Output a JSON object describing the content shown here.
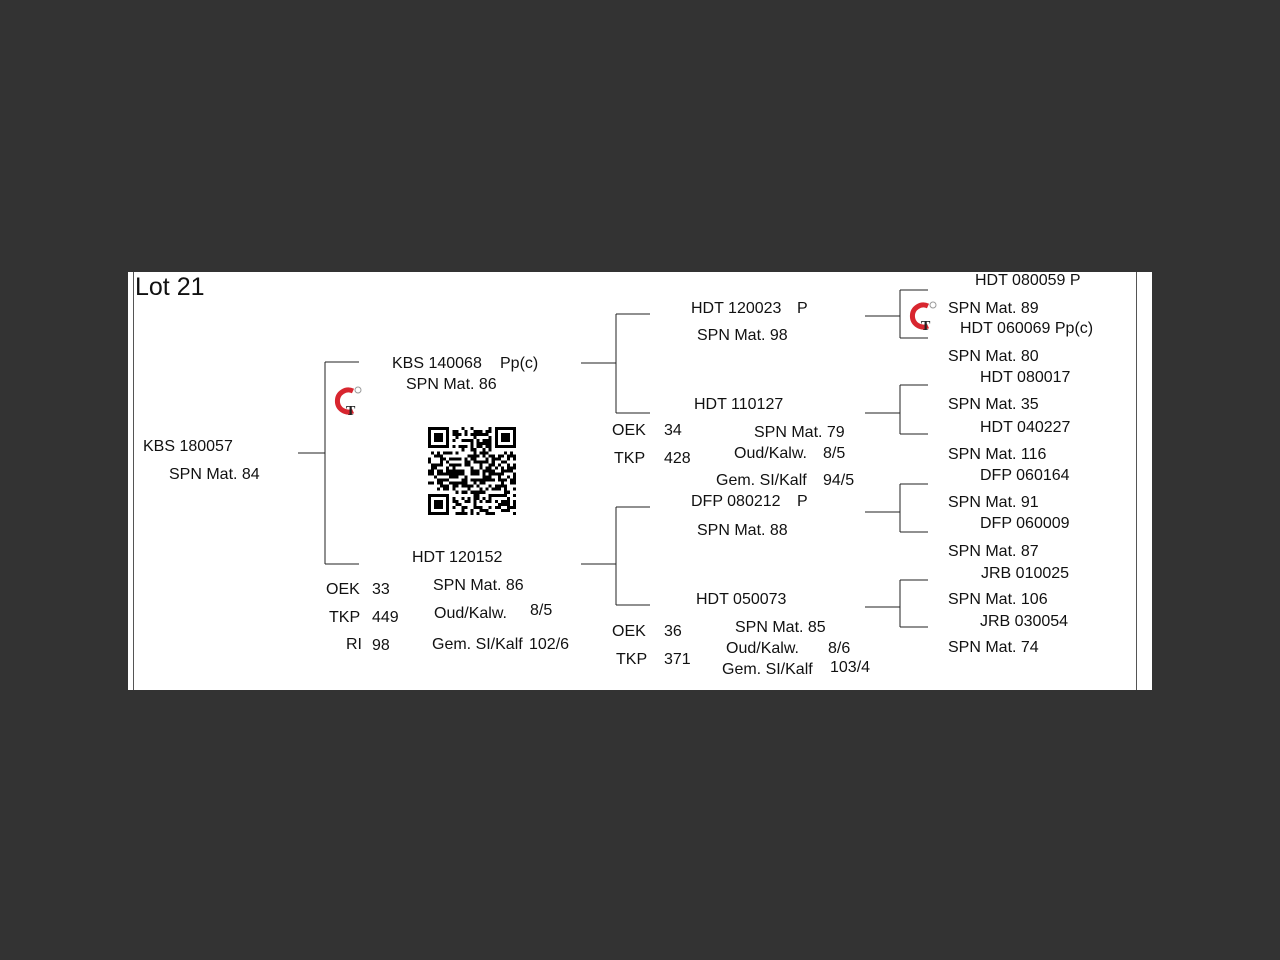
{
  "lot": "Lot 21",
  "animal": {
    "id": "KBS 180057",
    "spn": "SPN Mat. 84"
  },
  "sire": {
    "id": "KBS 140068",
    "status": "Pp(c)",
    "spn": "SPN Mat. 86"
  },
  "dam": {
    "id": "HDT 120152",
    "spn": "SPN Mat. 86",
    "oek_label": "OEK",
    "oek": "33",
    "tkp_label": "TKP",
    "tkp": "449",
    "ri_label": "RI",
    "ri": "98",
    "oud_label": "Oud/Kalw.",
    "oud": "8/5",
    "gem_label": "Gem. SI/Kalf",
    "gem": "102/6"
  },
  "sire_sire": {
    "id": "HDT 120023",
    "status": "P",
    "spn": "SPN Mat. 98"
  },
  "sire_dam": {
    "id": "HDT 110127",
    "spn": "SPN Mat. 79",
    "oek_label": "OEK",
    "oek": "34",
    "tkp_label": "TKP",
    "tkp": "428",
    "oud_label": "Oud/Kalw.",
    "oud": "8/5",
    "gem_label": "Gem. SI/Kalf",
    "gem": "94/5"
  },
  "dam_sire": {
    "id": "DFP 080212",
    "status": "P",
    "spn": "SPN Mat. 88"
  },
  "dam_dam": {
    "id": "HDT 050073",
    "spn": "SPN Mat. 85",
    "oek_label": "OEK",
    "oek": "36",
    "tkp_label": "TKP",
    "tkp": "371",
    "oud_label": "Oud/Kalw.",
    "oud": "8/6",
    "gem_label": "Gem. SI/Kalf",
    "gem": "103/4"
  },
  "gen3": [
    {
      "id": "HDT 080059  P",
      "spn": "SPN Mat. 89"
    },
    {
      "id": "HDT 060069  Pp(c)",
      "spn": "SPN Mat. 80"
    },
    {
      "id": "HDT 080017",
      "spn": "SPN Mat. 35"
    },
    {
      "id": "HDT 040227",
      "spn": "SPN Mat. 116"
    },
    {
      "id": "DFP 060164",
      "spn": "SPN Mat. 91"
    },
    {
      "id": "DFP 060009",
      "spn": "SPN Mat. 87"
    },
    {
      "id": "JRB 010025",
      "spn": "SPN Mat. 106"
    },
    {
      "id": "JRB 030054",
      "spn": "SPN Mat. 74"
    }
  ],
  "colors": {
    "background": "#333333",
    "sheet": "#ffffff",
    "logo_red": "#d8262f",
    "logo_ink": "#222222"
  },
  "icons": {
    "logo": "gt-logo-icon",
    "qr": "qr-code-icon"
  }
}
